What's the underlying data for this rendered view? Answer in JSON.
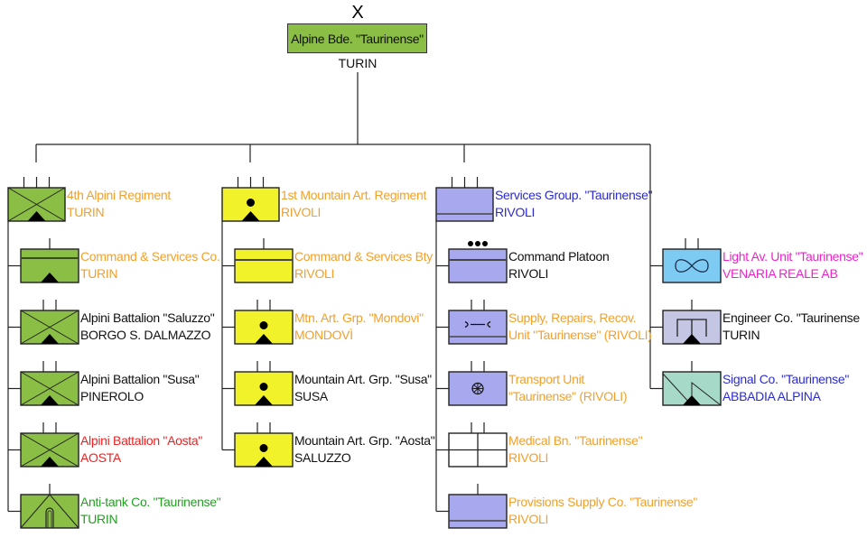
{
  "colors": {
    "infantry_green": "#8BBE45",
    "artillery_yellow": "#F2F22A",
    "services_purple": "#A8A8EE",
    "aviation_blue": "#7DCBF3",
    "engineer_grey": "#C4C6E4",
    "signal_teal": "#A6D9C8",
    "medical_white": "#FFFFFF",
    "line": "#222222",
    "text_black": "#111111",
    "text_orange": "#F2A02A",
    "text_blue": "#2B2BD0",
    "text_red": "#EE2222",
    "text_green": "#22A022",
    "text_magenta": "#EE22CC"
  },
  "hq": {
    "echelon": "X",
    "name": "Alpine Bde. \"Taurinense\"",
    "location": "TURIN",
    "fill": "#8BBE45"
  },
  "columns": [
    {
      "head": {
        "id": "4th-alpini-regiment",
        "name": "4th Alpini Regiment",
        "location": "TURIN",
        "symbol": "infantry-mountain",
        "fill": "#8BBE45",
        "echelon": "III",
        "text_color": "#F2A02A"
      },
      "children": [
        {
          "id": "command-services-co",
          "name": "Command & Services Co.",
          "location": "TURIN",
          "symbol": "hq-mountain",
          "fill": "#8BBE45",
          "echelon": "I",
          "text_color": "#F2A02A"
        },
        {
          "id": "alpini-bn-saluzzo",
          "name": "Alpini Battalion \"Saluzzo\"",
          "location": "BORGO S. DALMAZZO",
          "symbol": "infantry-mountain",
          "fill": "#8BBE45",
          "echelon": "II",
          "text_color": "#111111"
        },
        {
          "id": "alpini-bn-susa",
          "name": "Alpini Battalion \"Susa\"",
          "location": "PINEROLO",
          "symbol": "infantry-mountain",
          "fill": "#8BBE45",
          "echelon": "II",
          "text_color": "#111111"
        },
        {
          "id": "alpini-bn-aosta",
          "name": "Alpini Battalion \"Aosta\"",
          "location": "AOSTA",
          "symbol": "infantry-mountain",
          "fill": "#8BBE45",
          "echelon": "II",
          "text_color": "#EE2222"
        },
        {
          "id": "anti-tank-co",
          "name": "Anti-tank Co. \"Taurinense\"",
          "location": "TURIN",
          "symbol": "anti-tank",
          "fill": "#8BBE45",
          "echelon": "I",
          "text_color": "#22A022"
        }
      ]
    },
    {
      "head": {
        "id": "1st-mountain-art-regiment",
        "name": "1st Mountain Art. Regiment",
        "location": "RIVOLI",
        "symbol": "artillery-mountain",
        "fill": "#F2F22A",
        "echelon": "III",
        "text_color": "#F2A02A"
      },
      "children": [
        {
          "id": "command-services-bty",
          "name": "Command & Services Bty",
          "location": "RIVOLI",
          "symbol": "hq",
          "fill": "#F2F22A",
          "echelon": "I",
          "text_color": "#F2A02A"
        },
        {
          "id": "mtn-art-grp-mondovi",
          "name": "Mtn. Art. Grp. \"Mondovi\"",
          "location": "MONDOVÌ",
          "symbol": "artillery-mountain",
          "fill": "#F2F22A",
          "echelon": "II",
          "text_color": "#F2A02A"
        },
        {
          "id": "mountain-art-grp-susa",
          "name": "Mountain Art. Grp. \"Susa\"",
          "location": "SUSA",
          "symbol": "artillery-mountain",
          "fill": "#F2F22A",
          "echelon": "II",
          "text_color": "#111111"
        },
        {
          "id": "mountain-art-grp-aosta",
          "name": "Mountain Art. Grp. \"Aosta\"",
          "location": "SALUZZO",
          "symbol": "artillery-mountain",
          "fill": "#F2F22A",
          "echelon": "II",
          "text_color": "#111111"
        }
      ]
    },
    {
      "head": {
        "id": "services-group",
        "name": "Services Group. \"Taurinense\"",
        "location": "RIVOLI",
        "symbol": "support",
        "fill": "#A8A8EE",
        "echelon": "III",
        "text_color": "#2B2BD0"
      },
      "children": [
        {
          "id": "command-platoon",
          "name": "Command Platoon",
          "location": "RIVOLI",
          "symbol": "hq",
          "fill": "#A8A8EE",
          "echelon": "•••",
          "text_color": "#111111"
        },
        {
          "id": "supply-repairs-recov",
          "name": "Supply, Repairs, Recov.",
          "location": "Unit \"Taurinense\" (RIVOLI)",
          "symbol": "maintenance",
          "fill": "#A8A8EE",
          "echelon": "II",
          "text_color": "#F2A02A"
        },
        {
          "id": "transport-unit",
          "name": "Transport Unit",
          "location": "\"Taurinense\" (RIVOLI)",
          "symbol": "transport",
          "fill": "#A8A8EE",
          "echelon": "II",
          "text_color": "#F2A02A"
        },
        {
          "id": "medical-bn",
          "name": "Medical Bn. \"Taurinense\"",
          "location": "RIVOLI",
          "symbol": "medical",
          "fill": "#FFFFFF",
          "echelon": "II",
          "text_color": "#F2A02A"
        },
        {
          "id": "provisions-supply-co",
          "name": "Provisions Supply Co. \"Taurinense\"",
          "location": "RIVOLI",
          "symbol": "support",
          "fill": "#A8A8EE",
          "echelon": "I",
          "text_color": "#F2A02A"
        }
      ]
    },
    {
      "head": null,
      "children": [
        {
          "id": "light-av-unit",
          "name": "Light Av. Unit \"Taurinense\"",
          "location": "VENARIA REALE AB",
          "symbol": "aviation",
          "fill": "#7DCBF3",
          "echelon": "II",
          "text_color": "#EE22CC"
        },
        {
          "id": "engineer-co",
          "name": "Engineer Co. \"Taurinense",
          "location": "TURIN",
          "symbol": "engineer-mountain",
          "fill": "#C4C6E4",
          "echelon": "I",
          "text_color": "#111111"
        },
        {
          "id": "signal-co",
          "name": "Signal Co. \"Taurinense\"",
          "location": "ABBADIA ALPINA",
          "symbol": "signal-mountain",
          "fill": "#A6D9C8",
          "echelon": "I",
          "text_color": "#2B2BD0"
        }
      ]
    }
  ]
}
